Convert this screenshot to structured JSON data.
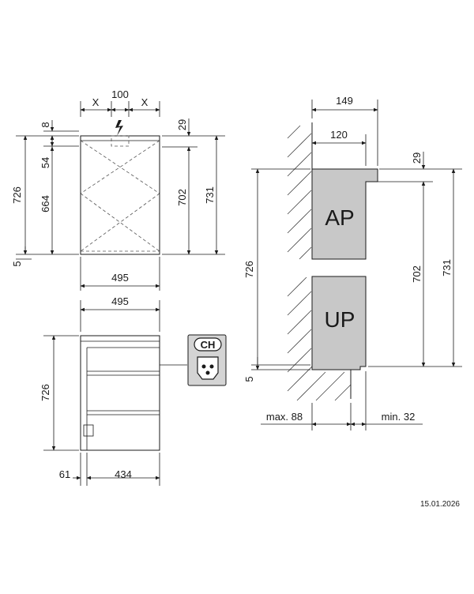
{
  "front_view": {
    "dim_x_left": "X",
    "dim_center": "100",
    "dim_x_right": "X",
    "dim_top_offset": "8",
    "dim_box_height": "54",
    "dim_inner_height": "664",
    "dim_total_height": "726",
    "dim_bottom_offset": "5",
    "dim_right_top": "29",
    "dim_right_mid": "702",
    "dim_right_total": "731",
    "dim_width": "495"
  },
  "side_view": {
    "dim_width": "495",
    "dim_height": "726",
    "dim_left": "61",
    "dim_inner_width": "434"
  },
  "socket": {
    "label": "CH"
  },
  "section_view": {
    "dim_top": "149",
    "dim_inner": "120",
    "dim_left_total": "726",
    "dim_left_bottom": "5",
    "dim_right_top": "29",
    "dim_right_mid": "702",
    "dim_right_total": "731",
    "label_ap": "AP",
    "label_up": "UP",
    "dim_max": "max. 88",
    "dim_min": "min. 32"
  },
  "footer": {
    "date": "15.01.2026"
  }
}
